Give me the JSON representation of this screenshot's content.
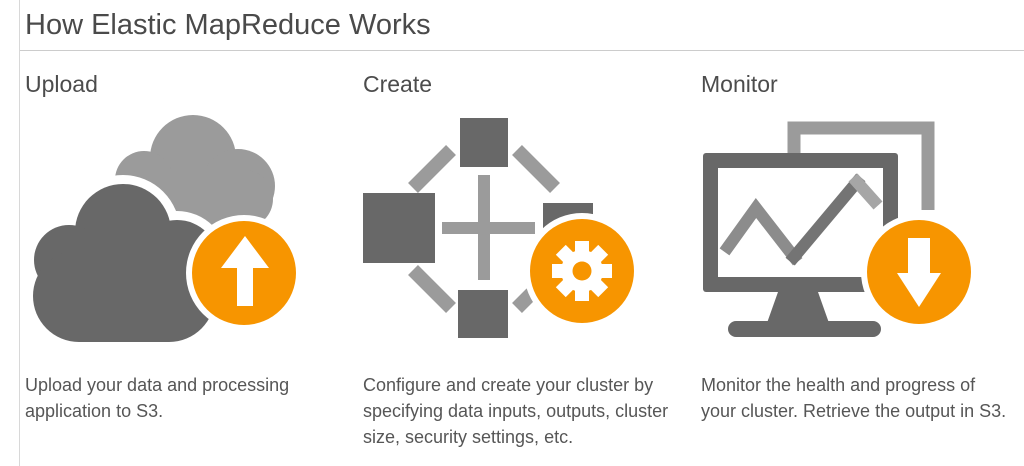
{
  "page": {
    "title": "How Elastic MapReduce Works"
  },
  "colors": {
    "accent_orange": "#F79500",
    "icon_dark_gray": "#686868",
    "icon_light_gray": "#9B9B9B",
    "divider_gray": "#CCCCCC",
    "text_gray": "#565656"
  },
  "steps": [
    {
      "heading": "Upload",
      "icon": "cloud-upload-icon",
      "description": "Upload your data and processing application to S3.",
      "lines": [
        "Upload your data and processing",
        "application to S3."
      ]
    },
    {
      "heading": "Create",
      "icon": "cluster-gear-icon",
      "description": "Configure and create your cluster by specifying data inputs, outputs, cluster size, security settings, etc.",
      "lines": [
        "Configure and create your cluster by",
        "specifying data inputs, outputs, cluster",
        "size, security settings, etc."
      ]
    },
    {
      "heading": "Monitor",
      "icon": "monitor-download-icon",
      "description": "Monitor the health and progress of your cluster. Retrieve the output in S3.",
      "lines": [
        "Monitor the health and progress of",
        "your cluster. Retrieve the output in S3."
      ]
    }
  ]
}
